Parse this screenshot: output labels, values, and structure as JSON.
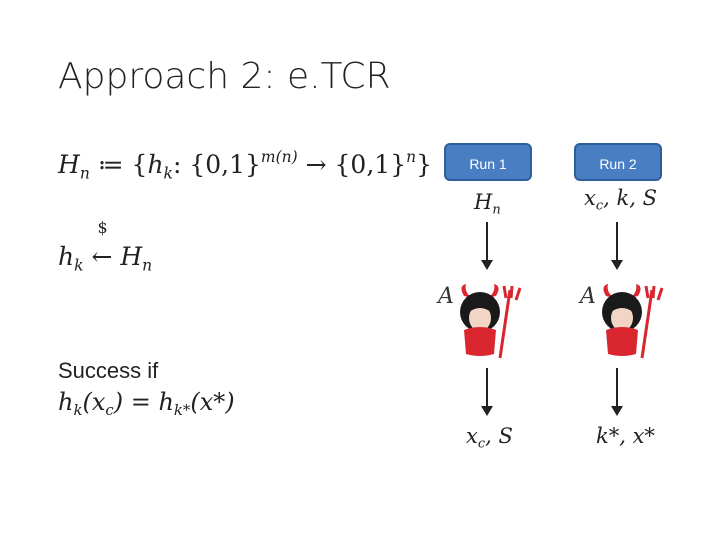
{
  "title": "Approach 2: e.TCR",
  "left": {
    "hn": "H",
    "hn_sub": "n",
    "assign": " ≔ {",
    "hk": "h",
    "hk_sub": "k",
    "domain": ": {0,1}",
    "domain_sup": "m(n)",
    "arrow": " → {0,1}",
    "range_sup": "n",
    "close": "}",
    "sample_h": "h",
    "sample_k": "k",
    "sample_arrow": " ←",
    "sample_dollar": "$",
    "sample_H": " H",
    "sample_n": "n",
    "success_label": "Success if",
    "eq_left": "h",
    "eq_left_sub": "k",
    "eq_mid": "(x",
    "eq_mid_sub": "c",
    "eq_eq": ") = h",
    "eq_right_sub": "k*",
    "eq_end": "(x*)"
  },
  "runs": [
    {
      "label": "Run 1",
      "input": "H",
      "input_sub": "n",
      "adversary": "A",
      "output": "x",
      "output_sub": "c",
      "output_rest": ", S"
    },
    {
      "label": "Run 2",
      "input": "x",
      "input_sub": "c",
      "input_rest": ", k, S",
      "adversary": "A",
      "output": "k*, x*"
    }
  ],
  "colors": {
    "run_box": "#4a7ec2",
    "run_border": "#2f5f9b",
    "devil_red": "#d9262f",
    "hair": "#1a1a1a"
  }
}
